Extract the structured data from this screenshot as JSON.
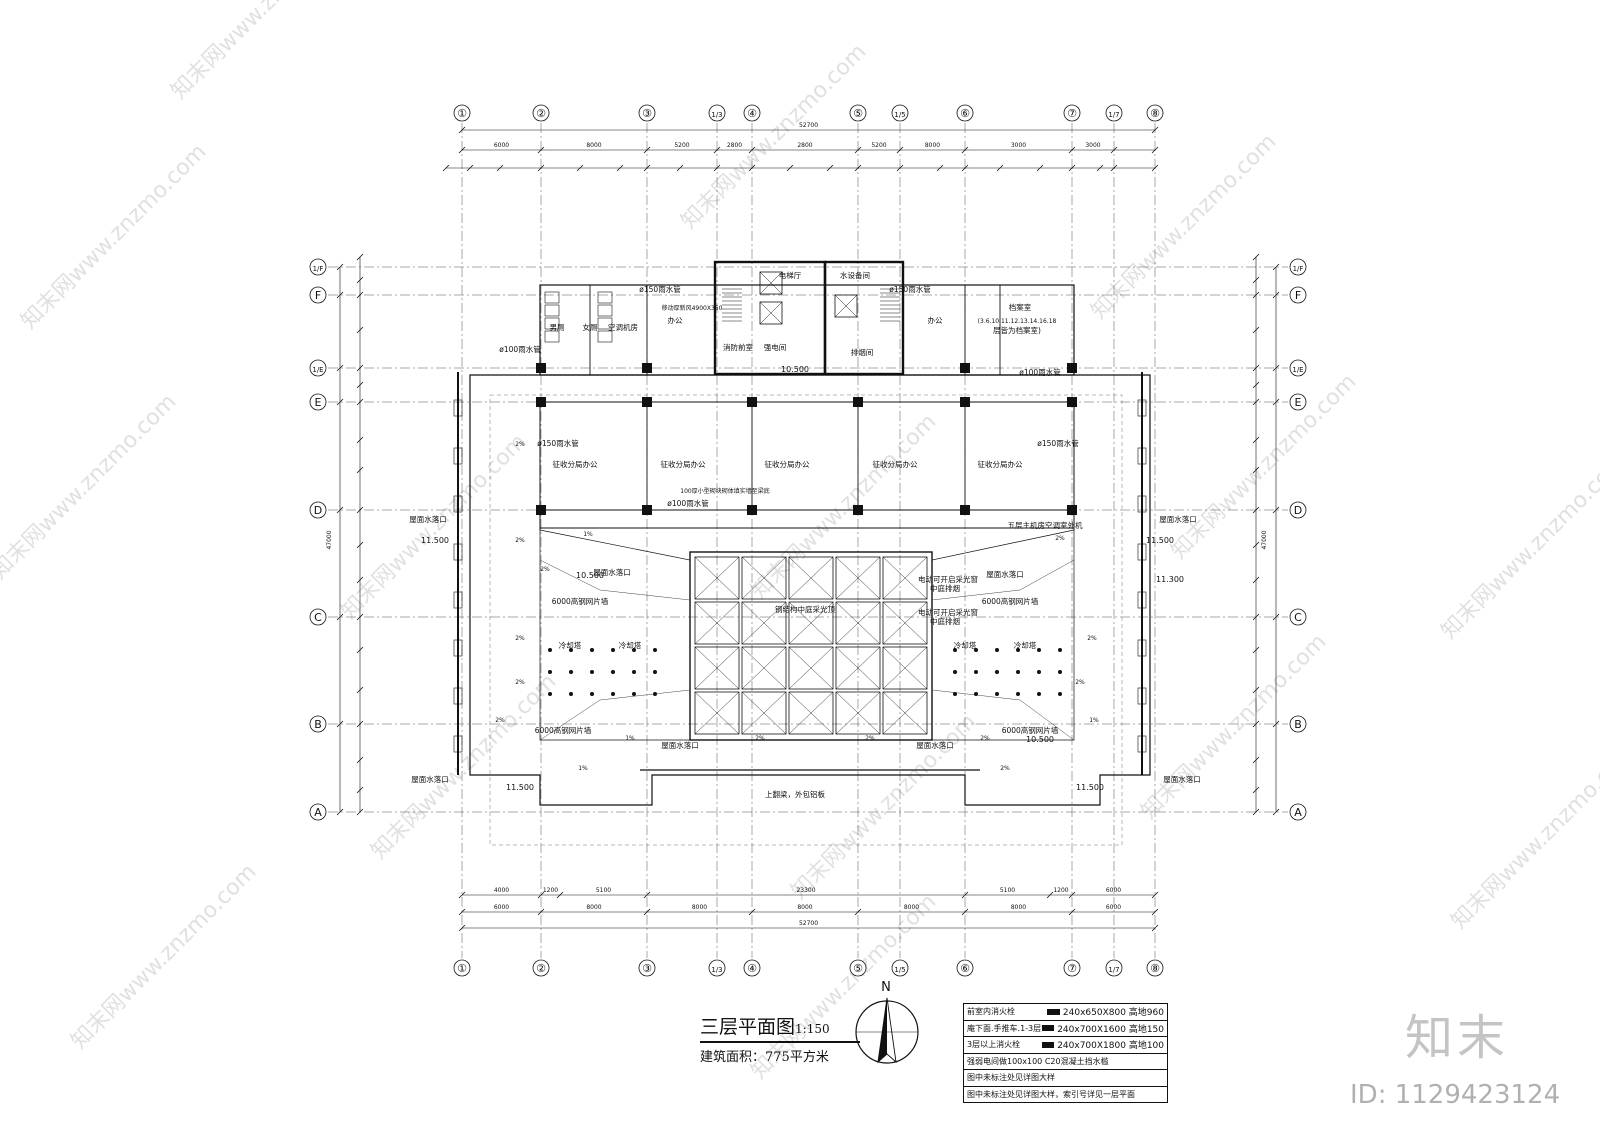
{
  "drawing": {
    "title": "三层平面图",
    "scale": "1:150",
    "area_text": "建筑面积：775平方米",
    "north_label": "N",
    "total_width_dim": "52700",
    "total_height_dim": "47000",
    "top_dims": [
      "6000",
      "8000",
      "5200",
      "2800",
      "2800",
      "5200",
      "8000",
      "3000",
      "3000"
    ],
    "bottom_dims": [
      "6000",
      "8000",
      "8000",
      "8000",
      "8000",
      "8000",
      "6000"
    ],
    "bottom_sub_dims": [
      "4000",
      "1200",
      "5100",
      "23300",
      "5100",
      "1200",
      "6000"
    ],
    "col_axes": [
      "①",
      "②",
      "③",
      "1/3",
      "④",
      "⑤",
      "1/5",
      "⑥",
      "⑦",
      "1/7",
      "⑧"
    ],
    "row_axes": [
      "1/F",
      "F",
      "1/E",
      "E",
      "D",
      "C",
      "B",
      "A"
    ],
    "rooms": [
      {
        "label": "男厕"
      },
      {
        "label": "女厕"
      },
      {
        "label": "空调机房"
      },
      {
        "label": "办公"
      },
      {
        "label": "电梯厅"
      },
      {
        "label": "水设备间"
      },
      {
        "label": "消防前室"
      },
      {
        "label": "强电间"
      },
      {
        "label": "排烟间"
      },
      {
        "label": "办公"
      },
      {
        "label": "档案室"
      },
      {
        "label": "(3.6.10.11.12.13.14.16.18"
      },
      {
        "label": "层皆为档案室)"
      },
      {
        "label": "征收分局办公"
      },
      {
        "label": "征收分局办公"
      },
      {
        "label": "征收分局办公"
      },
      {
        "label": "征收分局办公"
      },
      {
        "label": "征收分局办公"
      },
      {
        "label": "钢结构中庭采光顶"
      },
      {
        "label": "冷却塔"
      },
      {
        "label": "冷却塔"
      },
      {
        "label": "冷却塔"
      },
      {
        "label": "冷却塔"
      },
      {
        "label": "上翻梁，外包铝板"
      },
      {
        "label": "屋面水落口"
      },
      {
        "label": "屋面水落口"
      },
      {
        "label": "屋面水落口"
      },
      {
        "label": "屋面水落口"
      },
      {
        "label": "屋面水落口"
      },
      {
        "label": "屋面水落口"
      },
      {
        "label": "屋面水落口"
      },
      {
        "label": "屋面水落口"
      },
      {
        "label": "6000高钢网片墙"
      },
      {
        "label": "6000高钢网片墙"
      },
      {
        "label": "6000高钢网片墙"
      },
      {
        "label": "6000高钢网片墙"
      },
      {
        "label": "电动可开启采光窗"
      },
      {
        "label": "中庭排烟"
      },
      {
        "label": "电动可开启采光窗"
      },
      {
        "label": "中庭排烟"
      },
      {
        "label": "五层主机房空调室外机"
      },
      {
        "label": "ø150雨水管"
      },
      {
        "label": "ø150雨水管"
      },
      {
        "label": "ø100雨水管"
      },
      {
        "label": "ø100雨水管"
      },
      {
        "label": "ø150雨水管"
      },
      {
        "label": "ø150雨水管"
      },
      {
        "label": "ø100雨水管"
      },
      {
        "label": "100厚小型砌块砌体填实墙至梁底"
      },
      {
        "label": "移动厚新风4900X350"
      }
    ],
    "elevations": [
      "10.500",
      "11.500",
      "10.500",
      "11.300",
      "10.500",
      "11.500",
      "11.500",
      "11.500"
    ],
    "slopes": [
      "2%",
      "1%"
    ]
  },
  "legend": {
    "rows": [
      {
        "label": "前室内消火栓",
        "swatch": true,
        "size": "240x650X800",
        "note": "高地960"
      },
      {
        "label": "庵下面.手推车.1-3层消火栓",
        "swatch": true,
        "size": "240x700X1600",
        "note": "高地150"
      },
      {
        "label": "3层以上消火栓",
        "swatch": true,
        "size": "240x700X1800",
        "note": "高地100"
      },
      {
        "label": "强弱电间做100x100 C20混凝土挡水槛",
        "swatch": false,
        "size": "",
        "note": ""
      },
      {
        "label": "图中未标注处见详图大样",
        "swatch": false,
        "size": "",
        "note": ""
      },
      {
        "label": "图中未标注处见详图大样，索引号详见一层平面",
        "swatch": false,
        "size": "",
        "note": ""
      }
    ]
  },
  "watermark": {
    "site": "www.znzmo.com",
    "brand": "知末",
    "id_text": "ID: 1129423124",
    "cn": "知末网"
  }
}
